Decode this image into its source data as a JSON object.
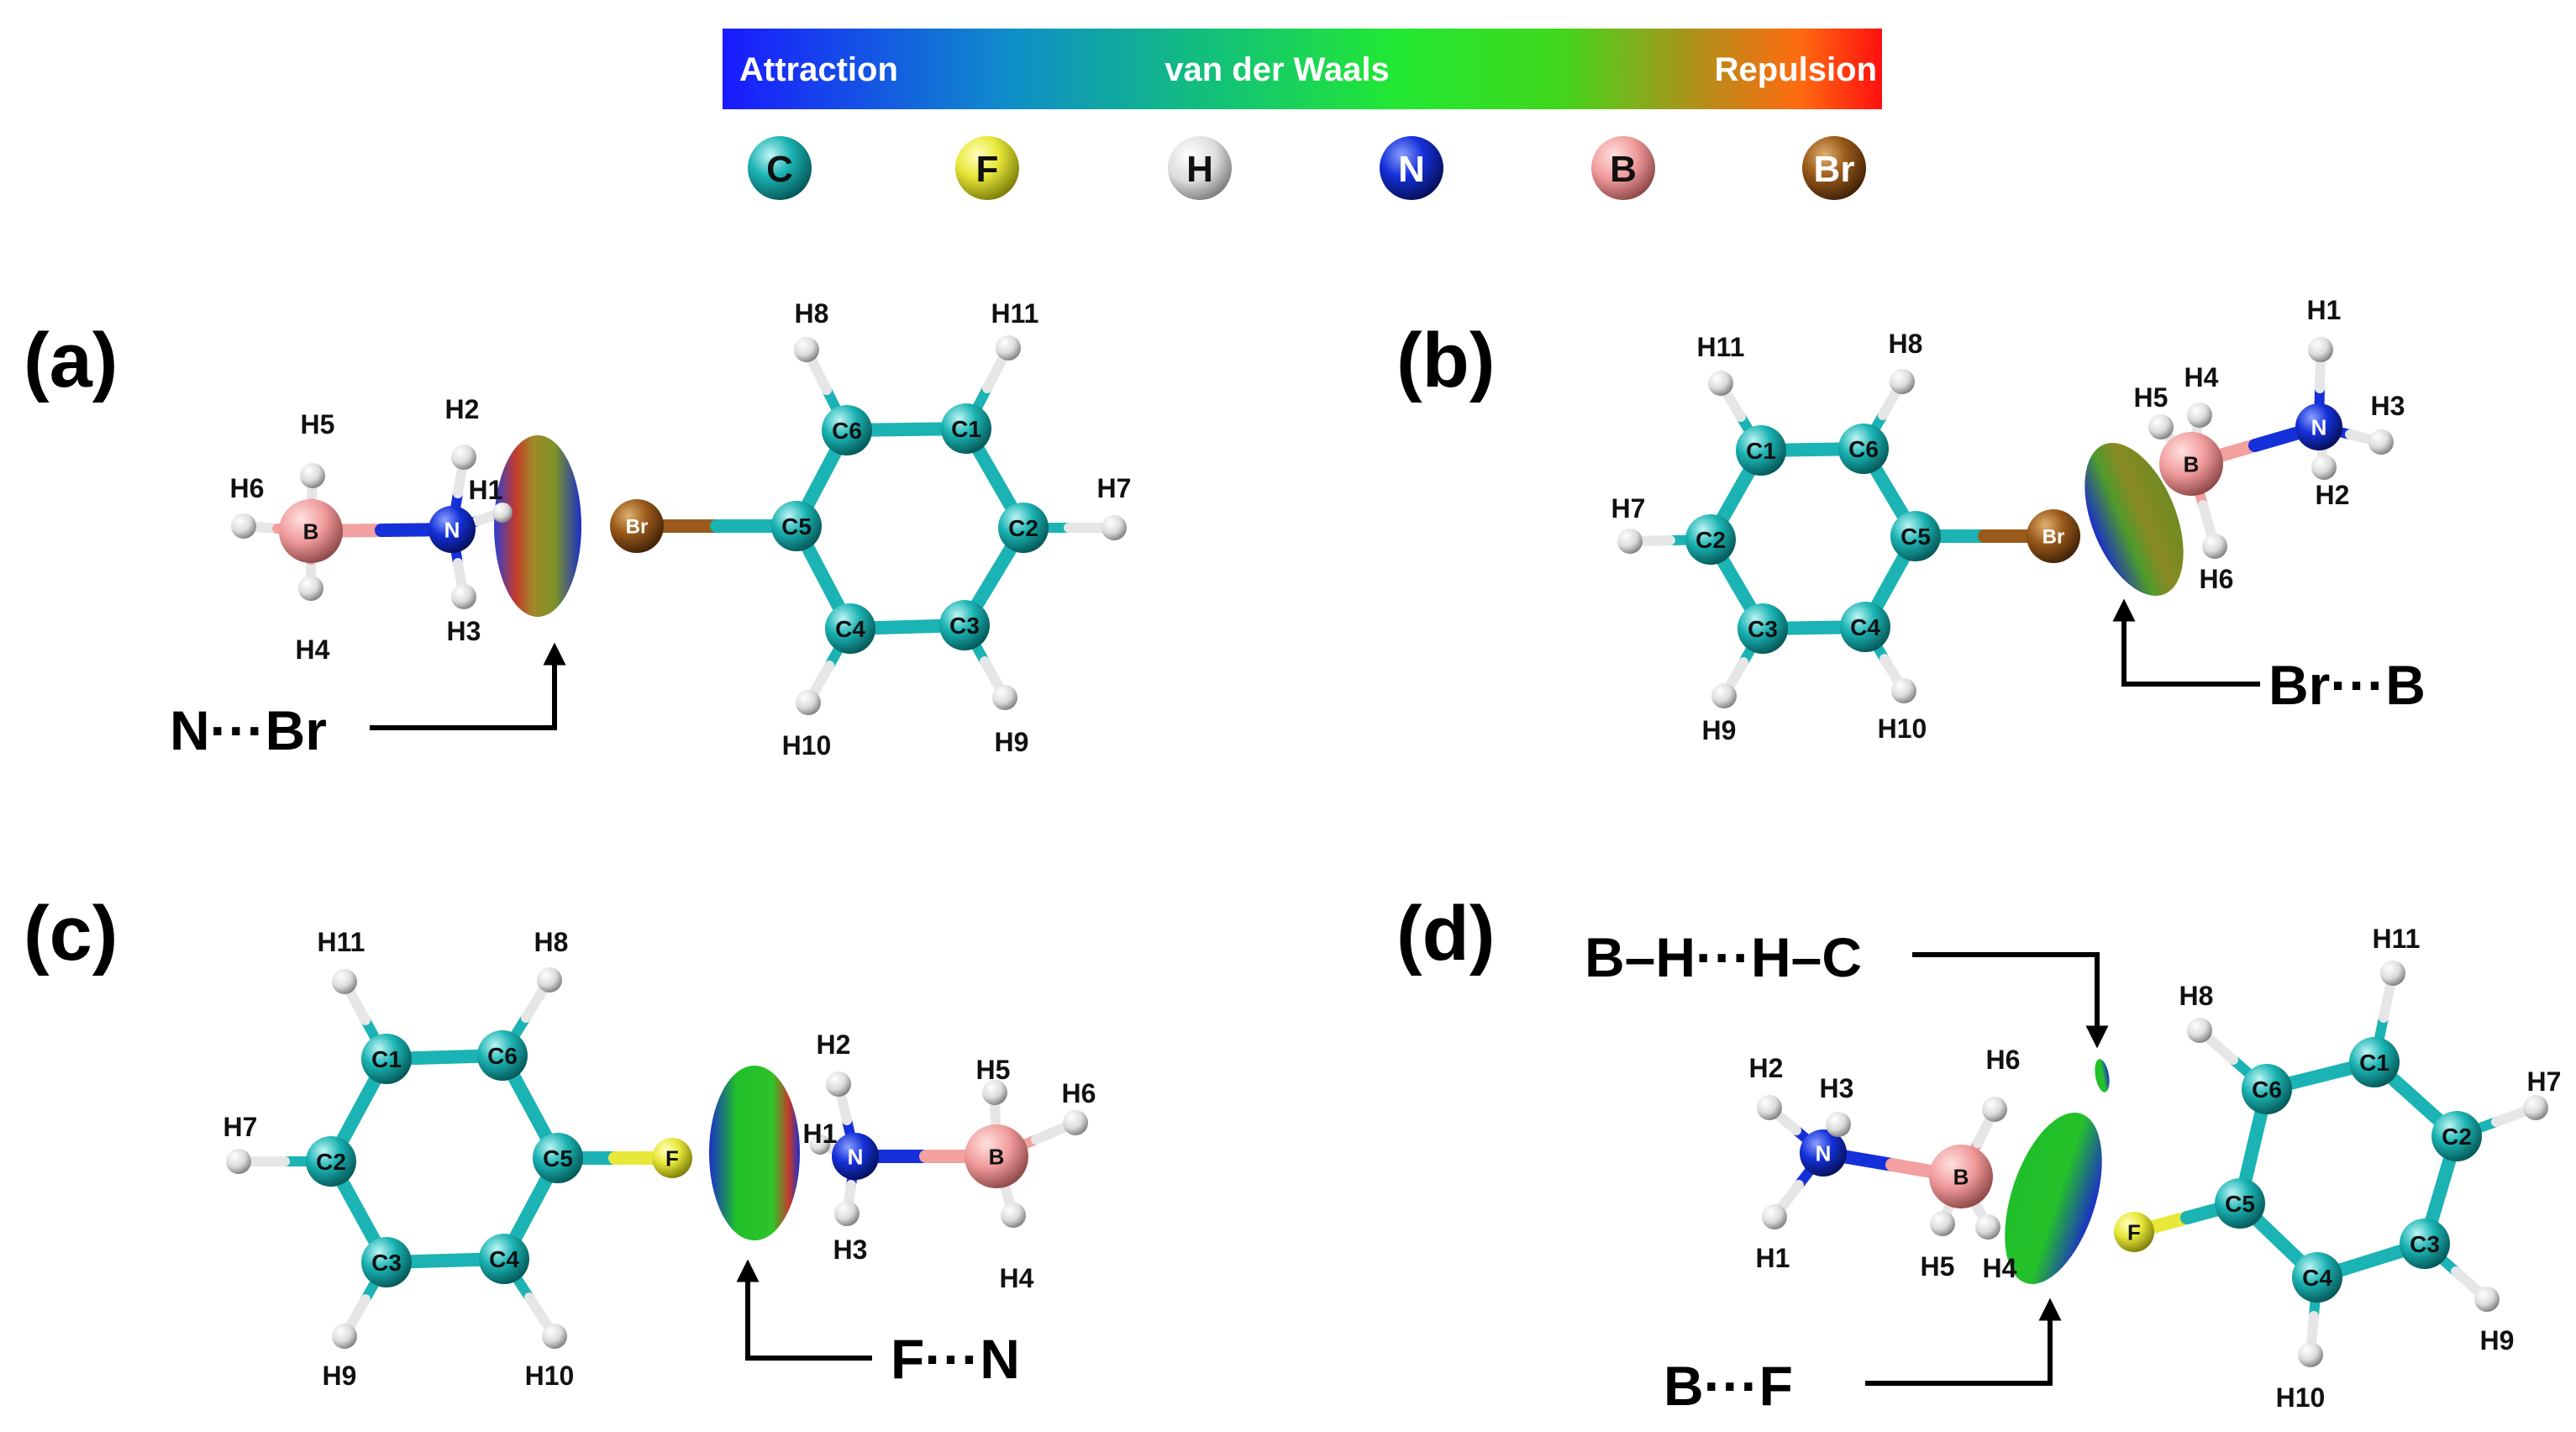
{
  "legend": {
    "attraction": "Attraction",
    "vdw": "van der Waals",
    "repulsion": "Repulsion",
    "atoms": [
      {
        "symbol": "C",
        "color": "#1bb3b3",
        "text_color": "#111111"
      },
      {
        "symbol": "F",
        "color": "#e8e83a",
        "text_color": "#111111"
      },
      {
        "symbol": "H",
        "color": "#d8d8d8",
        "text_color": "#111111"
      },
      {
        "symbol": "N",
        "color": "#1530d8",
        "text_color": "#ffffff"
      },
      {
        "symbol": "B",
        "color": "#f2a0a0",
        "text_color": "#111111"
      },
      {
        "symbol": "Br",
        "color": "#9a5a1a",
        "text_color": "#ffffff"
      }
    ]
  },
  "colors": {
    "C": "#1bb3b3",
    "H": "#e6e6e6",
    "N": "#1530d8",
    "B": "#f2a0a0",
    "Br": "#9a5a1a",
    "F": "#e8e83a",
    "bond_C": "#1bb3b3"
  },
  "panels": [
    {
      "label": "(a)",
      "interaction": "N···Br",
      "atoms": {
        "B": "B",
        "N": "N",
        "Br": "Br",
        "C1": "C1",
        "C2": "C2",
        "C3": "C3",
        "C4": "C4",
        "C5": "C5",
        "C6": "C6"
      },
      "h_labels": {
        "H1": "H1",
        "H2": "H2",
        "H3": "H3",
        "H4": "H4",
        "H5": "H5",
        "H6": "H6",
        "H7": "H7",
        "H8": "H8",
        "H9": "H9",
        "H10": "H10",
        "H11": "H11"
      }
    },
    {
      "label": "(b)",
      "interaction": "Br···B",
      "atoms": {
        "B": "B",
        "N": "N",
        "Br": "Br",
        "C1": "C1",
        "C2": "C2",
        "C3": "C3",
        "C4": "C4",
        "C5": "C5",
        "C6": "C6"
      },
      "h_labels": {
        "H1": "H1",
        "H2": "H2",
        "H3": "H3",
        "H4": "H4",
        "H5": "H5",
        "H6": "H6",
        "H7": "H7",
        "H8": "H8",
        "H9": "H9",
        "H10": "H10",
        "H11": "H11"
      }
    },
    {
      "label": "(c)",
      "interaction": "F···N",
      "atoms": {
        "B": "B",
        "N": "N",
        "F": "F",
        "C1": "C1",
        "C2": "C2",
        "C3": "C3",
        "C4": "C4",
        "C5": "C5",
        "C6": "C6"
      },
      "h_labels": {
        "H1": "H1",
        "H3": "H3",
        "H4": "H4",
        "H5": "H5",
        "H6": "H6",
        "H7": "H7",
        "H8": "H8",
        "H9": "H9",
        "H10": "H10",
        "H11": "H11",
        "H2": "H2"
      }
    },
    {
      "label": "(d)",
      "interaction": "B···F",
      "interaction2": "B–H···H–C",
      "atoms": {
        "B": "B",
        "N": "N",
        "F": "F",
        "C1": "C1",
        "C2": "C2",
        "C3": "C3",
        "C4": "C4",
        "C5": "C5",
        "C6": "C6"
      },
      "h_labels": {
        "H1": "H1",
        "H2": "H2",
        "H3": "H3",
        "H4": "H4",
        "H5": "H5",
        "H6": "H6",
        "H7": "H7",
        "H8": "H8",
        "H9": "H9",
        "H10": "H10",
        "H11": "H11"
      }
    }
  ]
}
